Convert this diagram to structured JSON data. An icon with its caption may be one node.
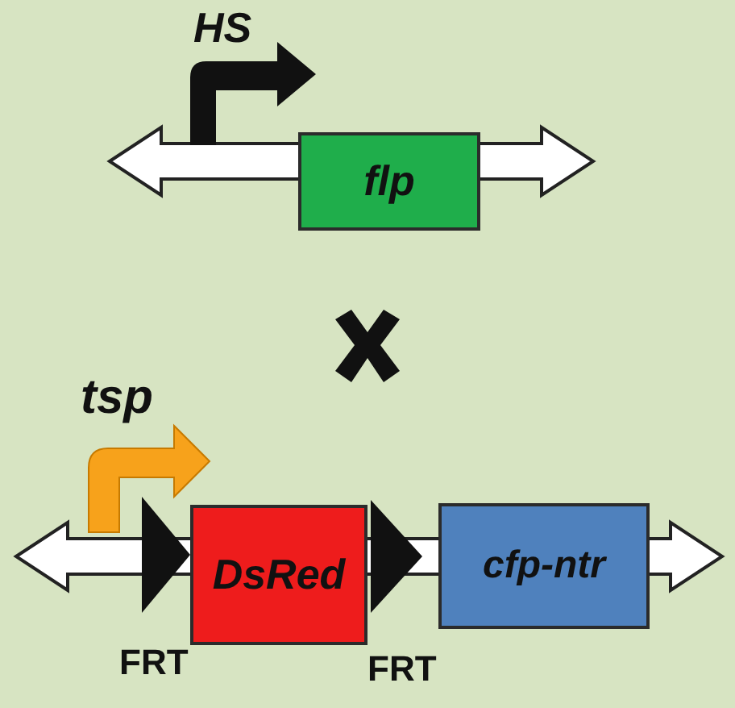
{
  "diagram": {
    "nodes": [
      {
        "text": [
          "flp"
        ]
      },
      {
        "text": [
          "DsRed"
        ]
      },
      {
        "text": [
          "cfp-ntr"
        ]
      }
    ],
    "labels": [
      "HS",
      "tsp",
      "FRT",
      "FRT"
    ]
  }
}
